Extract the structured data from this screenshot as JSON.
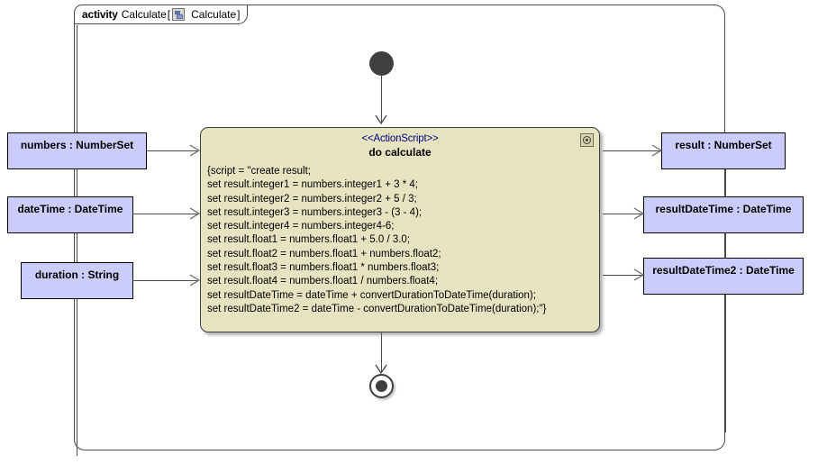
{
  "frame": {
    "keyword": "activity",
    "name": "Calculate",
    "bracket_open": "[",
    "bracket_close": "]",
    "diagram_name": "Calculate",
    "icon": "activity-diagram-icon"
  },
  "action": {
    "stereotype": "<<ActionScript>>",
    "name": "do calculate",
    "icon": "action-behavior-icon",
    "script_lines": [
      "{script = \"create result;",
      "set result.integer1 = numbers.integer1 + 3 * 4;",
      "set result.integer2 = numbers.integer2 + 5 / 3;",
      "set result.integer3 = numbers.integer3 - (3 - 4);",
      "set result.integer4 = numbers.integer4-6;",
      "set result.float1 = numbers.float1  + 5.0 / 3.0;",
      "set result.float2 = numbers.float1 + numbers.float2;",
      "set result.float3 = numbers.float1 * numbers.float3;",
      "set result.float4 = numbers.float1 / numbers.float4;",
      "set resultDateTime = dateTime + convertDurationToDateTime(duration);",
      "set resultDateTime2 = dateTime - convertDurationToDateTime(duration);\"}"
    ]
  },
  "input_nodes": [
    {
      "label": "numbers : NumberSet"
    },
    {
      "label": "dateTime : DateTime"
    },
    {
      "label": "duration : String"
    }
  ],
  "output_nodes": [
    {
      "label": "result : NumberSet"
    },
    {
      "label": "resultDateTime : DateTime"
    },
    {
      "label": "resultDateTime2 : DateTime"
    }
  ],
  "control_nodes": {
    "initial": "initial-node",
    "final": "activity-final-node"
  },
  "colors": {
    "object_node_fill": "#ccccfa",
    "action_node_fill": "#e6e3c0",
    "stereotype_text": "#000080",
    "line": "#4a4a4a",
    "control_node": "#3f3f3f"
  }
}
